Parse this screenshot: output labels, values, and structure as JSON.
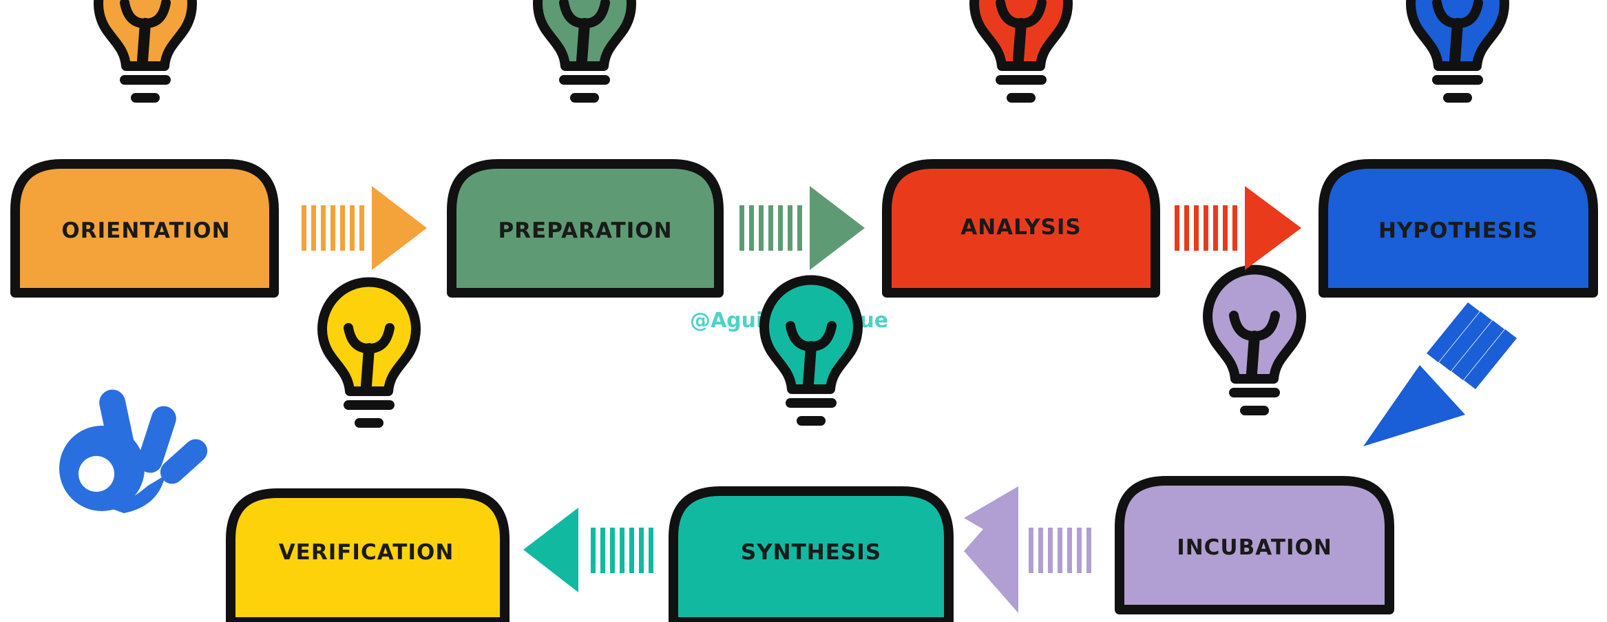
{
  "diagram": {
    "credit": "@Aguilera-Luque",
    "stages": [
      {
        "label": "ORIENTATION",
        "color": "#f4a23a"
      },
      {
        "label": "PREPARATION",
        "color": "#5e9b74"
      },
      {
        "label": "ANALYSIS",
        "color": "#e93b1c"
      },
      {
        "label": "HYPOTHESIS",
        "color": "#1a5ed8"
      },
      {
        "label": "INCUBATION",
        "color": "#b19fd3"
      },
      {
        "label": "SYNTHESIS",
        "color": "#12b9a1"
      },
      {
        "label": "VERIFICATION",
        "color": "#fdd20a"
      }
    ],
    "ok_hand_color": "#2a6fe0",
    "icons": [
      "lightbulb-icon",
      "arrow-icon",
      "ok-hand-icon"
    ]
  }
}
